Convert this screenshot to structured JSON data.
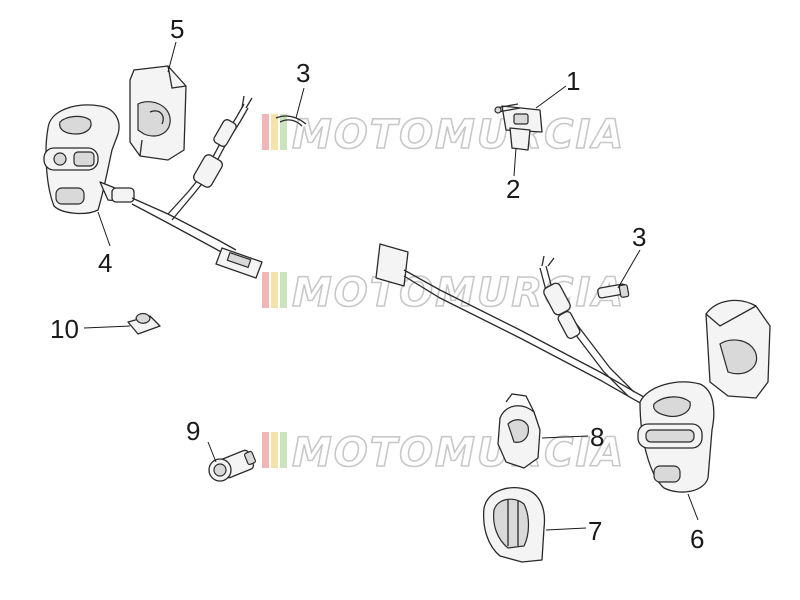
{
  "watermark": {
    "text": "MOTOMURCIA",
    "colors": [
      "#f2b6b6",
      "#f6e3a8",
      "#c9e4bf"
    ]
  },
  "callouts": [
    "1",
    "2",
    "3",
    "3",
    "4",
    "5",
    "6",
    "7",
    "8",
    "9",
    "10"
  ]
}
